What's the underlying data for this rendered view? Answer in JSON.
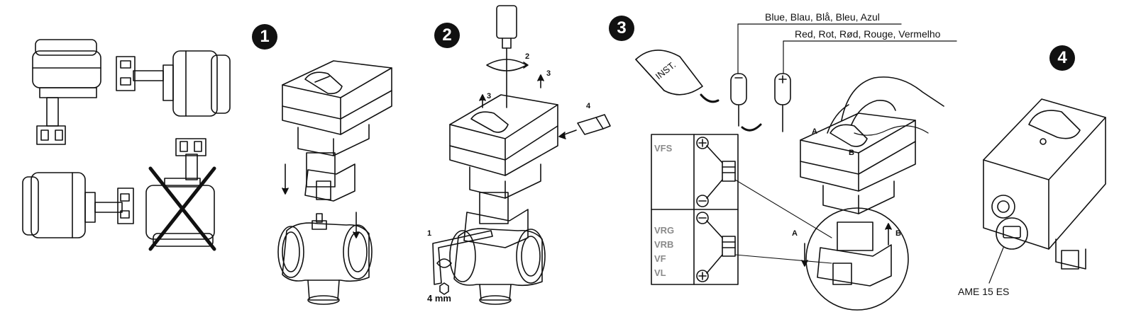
{
  "steps": {
    "step1": "1",
    "step2": "2",
    "step3": "3",
    "step4": "4"
  },
  "step2_labels": {
    "a": "1",
    "b": "2",
    "c": "3",
    "d": "3",
    "e": "4",
    "tool_size": "4 mm"
  },
  "step3_labels": {
    "wire_blue": "Blue, Blau, Blå, Bleu, Azul",
    "wire_red": "Red, Rot, Rød, Rouge, Vermelho",
    "inst": "INST.",
    "valve_top": [
      "VFS"
    ],
    "valve_bottom": [
      "VRG",
      "VRB",
      "VF",
      "VL"
    ],
    "dir_a1": "A",
    "dir_b1": "B",
    "dir_a2": "A",
    "dir_b2": "B",
    "plus": "+",
    "minus": "−"
  },
  "step4_labels": {
    "model": "AME 15 ES"
  }
}
